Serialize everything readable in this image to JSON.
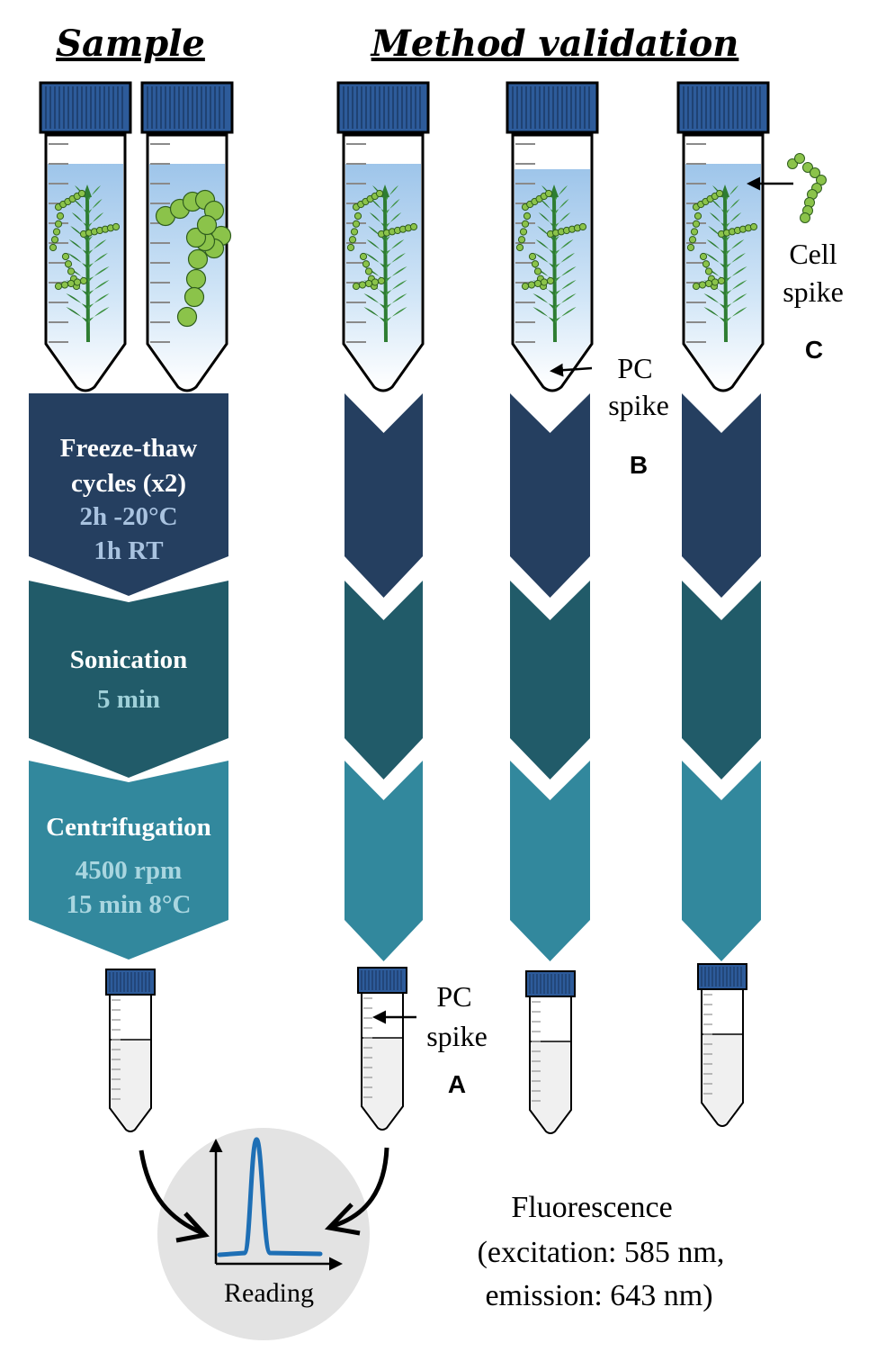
{
  "headings": {
    "sample": "Sample",
    "method_validation": "Method validation"
  },
  "steps": [
    {
      "title_lines": [
        "Freeze-thaw",
        "cycles (x2)"
      ],
      "detail_lines": [
        "2h -20°C",
        "1h RT"
      ],
      "color": "#253f60",
      "detail_color": "#a9c3e0"
    },
    {
      "title_lines": [
        "Sonication"
      ],
      "detail_lines": [
        "5 min"
      ],
      "color": "#215b69",
      "detail_color": "#9fd0d8"
    },
    {
      "title_lines": [
        "Centrifugation"
      ],
      "detail_lines": [
        "4500 rpm",
        "15 min 8°C"
      ],
      "color": "#32889d",
      "detail_color": "#a9d6e0"
    }
  ],
  "annotations": {
    "pc_spike_b": [
      "PC",
      "spike"
    ],
    "cell_spike_c": [
      "Cell",
      "spike"
    ],
    "pc_spike_a": [
      "PC",
      "spike"
    ],
    "letter_a": "A",
    "letter_b": "B",
    "letter_c": "C"
  },
  "reading_label": "Reading",
  "fluorescence_lines": [
    "Fluorescence",
    "(excitation: 585 nm,",
    "emission: 643 nm)"
  ],
  "colors": {
    "cap": "#2d5b9a",
    "plant": "#2e7d32",
    "cyanobacteria": "#8bc34a",
    "signal_peak": "#1e6fb5"
  }
}
